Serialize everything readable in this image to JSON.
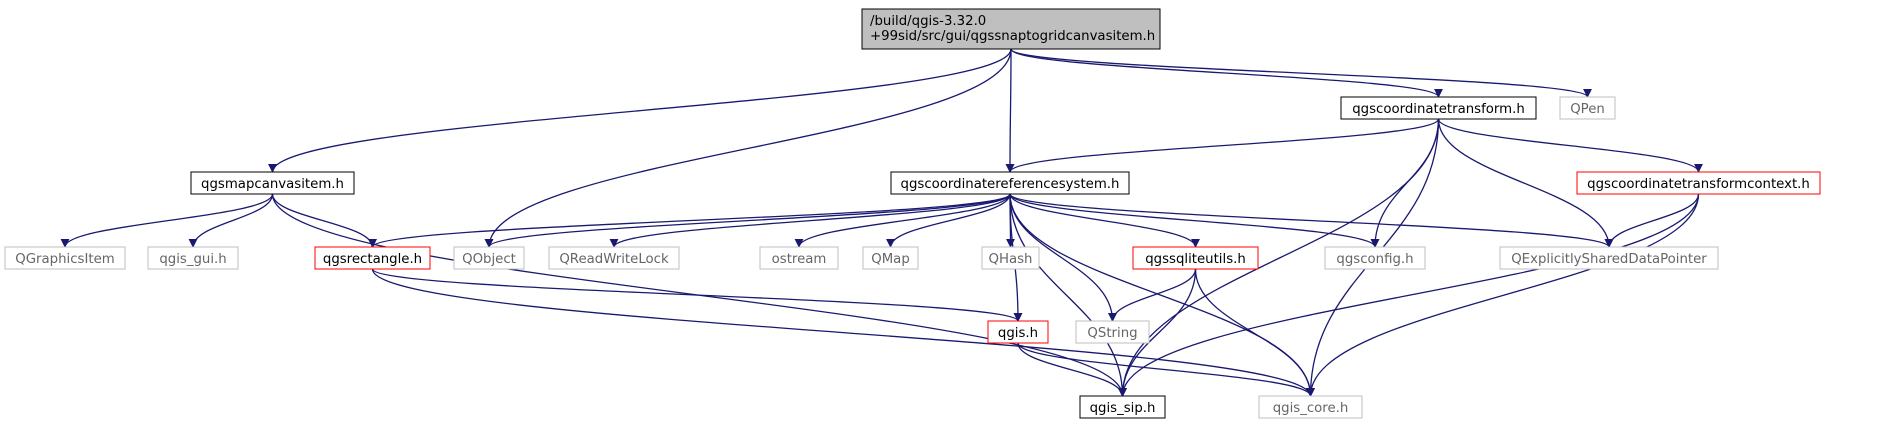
{
  "graph": {
    "colors": {
      "edge": "#191970",
      "root_fill": "#bfbfbf",
      "documented_border": "#000000",
      "incomplete_border": "#ff0000",
      "external_border": "#bfbfbf",
      "external_text": "#666666",
      "text": "#000000"
    },
    "nodes": [
      {
        "id": "root",
        "label_lines": [
          "/build/qgis-3.32.0",
          "+99sid/src/gui/qgssnaptogridcanvasitem.h"
        ],
        "style": "root"
      },
      {
        "id": "qgscoordinatetransform",
        "label_lines": [
          "qgscoordinatetransform.h"
        ],
        "style": "documented"
      },
      {
        "id": "qpen",
        "label_lines": [
          "QPen"
        ],
        "style": "external"
      },
      {
        "id": "qgsmapcanvasitem",
        "label_lines": [
          "qgsmapcanvasitem.h"
        ],
        "style": "documented"
      },
      {
        "id": "qgscoordinatereferencesystem",
        "label_lines": [
          "qgscoordinatereferencesystem.h"
        ],
        "style": "documented"
      },
      {
        "id": "qgscoordinatetransformcontext",
        "label_lines": [
          "qgscoordinatetransformcontext.h"
        ],
        "style": "incomplete"
      },
      {
        "id": "qgraphicsitem",
        "label_lines": [
          "QGraphicsItem"
        ],
        "style": "external"
      },
      {
        "id": "qgis_gui",
        "label_lines": [
          "qgis_gui.h"
        ],
        "style": "external"
      },
      {
        "id": "qgsrectangle",
        "label_lines": [
          "qgsrectangle.h"
        ],
        "style": "incomplete"
      },
      {
        "id": "qobject",
        "label_lines": [
          "QObject"
        ],
        "style": "external"
      },
      {
        "id": "qreadwritelock",
        "label_lines": [
          "QReadWriteLock"
        ],
        "style": "external"
      },
      {
        "id": "ostream",
        "label_lines": [
          "ostream"
        ],
        "style": "external"
      },
      {
        "id": "qmap",
        "label_lines": [
          "QMap"
        ],
        "style": "external"
      },
      {
        "id": "qhash",
        "label_lines": [
          "QHash"
        ],
        "style": "external"
      },
      {
        "id": "qgssqliteutils",
        "label_lines": [
          "qgssqliteutils.h"
        ],
        "style": "incomplete"
      },
      {
        "id": "qgsconfig",
        "label_lines": [
          "qgsconfig.h"
        ],
        "style": "external"
      },
      {
        "id": "qexplicitlyshareddatapointer",
        "label_lines": [
          "QExplicitlySharedDataPointer"
        ],
        "style": "external"
      },
      {
        "id": "qgis",
        "label_lines": [
          "qgis.h"
        ],
        "style": "incomplete"
      },
      {
        "id": "qstring",
        "label_lines": [
          "QString"
        ],
        "style": "external"
      },
      {
        "id": "qgis_sip",
        "label_lines": [
          "qgis_sip.h"
        ],
        "style": "documented"
      },
      {
        "id": "qgis_core",
        "label_lines": [
          "qgis_core.h"
        ],
        "style": "external"
      }
    ],
    "edges": [
      [
        "root",
        "qgscoordinatetransform"
      ],
      [
        "root",
        "qpen"
      ],
      [
        "root",
        "qgsmapcanvasitem"
      ],
      [
        "root",
        "qgscoordinatereferencesystem"
      ],
      [
        "root",
        "qobject"
      ],
      [
        "qgscoordinatetransform",
        "qgscoordinatereferencesystem"
      ],
      [
        "qgscoordinatetransform",
        "qgscoordinatetransformcontext"
      ],
      [
        "qgscoordinatetransform",
        "qgsconfig"
      ],
      [
        "qgscoordinatetransform",
        "qexplicitlyshareddatapointer"
      ],
      [
        "qgscoordinatetransform",
        "qgis_sip"
      ],
      [
        "qgscoordinatetransform",
        "qgis_core"
      ],
      [
        "qgsmapcanvasitem",
        "qgraphicsitem"
      ],
      [
        "qgsmapcanvasitem",
        "qgis_gui"
      ],
      [
        "qgsmapcanvasitem",
        "qgsrectangle"
      ],
      [
        "qgsmapcanvasitem",
        "qgis_sip"
      ],
      [
        "qgscoordinatereferencesystem",
        "qgsrectangle"
      ],
      [
        "qgscoordinatereferencesystem",
        "qobject"
      ],
      [
        "qgscoordinatereferencesystem",
        "qreadwritelock"
      ],
      [
        "qgscoordinatereferencesystem",
        "ostream"
      ],
      [
        "qgscoordinatereferencesystem",
        "qmap"
      ],
      [
        "qgscoordinatereferencesystem",
        "qhash"
      ],
      [
        "qgscoordinatereferencesystem",
        "qgssqliteutils"
      ],
      [
        "qgscoordinatereferencesystem",
        "qgsconfig"
      ],
      [
        "qgscoordinatereferencesystem",
        "qexplicitlyshareddatapointer"
      ],
      [
        "qgscoordinatereferencesystem",
        "qgis"
      ],
      [
        "qgscoordinatereferencesystem",
        "qstring"
      ],
      [
        "qgscoordinatereferencesystem",
        "qgis_sip"
      ],
      [
        "qgscoordinatereferencesystem",
        "qgis_core"
      ],
      [
        "qgscoordinatetransformcontext",
        "qexplicitlyshareddatapointer"
      ],
      [
        "qgscoordinatetransformcontext",
        "qgis_sip"
      ],
      [
        "qgscoordinatetransformcontext",
        "qgis_core"
      ],
      [
        "qgsrectangle",
        "qgis"
      ],
      [
        "qgsrectangle",
        "qgis_core"
      ],
      [
        "qgssqliteutils",
        "qstring"
      ],
      [
        "qgssqliteutils",
        "qgis_sip"
      ],
      [
        "qgssqliteutils",
        "qgis_core"
      ],
      [
        "qgis",
        "qgis_sip"
      ],
      [
        "qgis",
        "qgis_core"
      ]
    ]
  }
}
